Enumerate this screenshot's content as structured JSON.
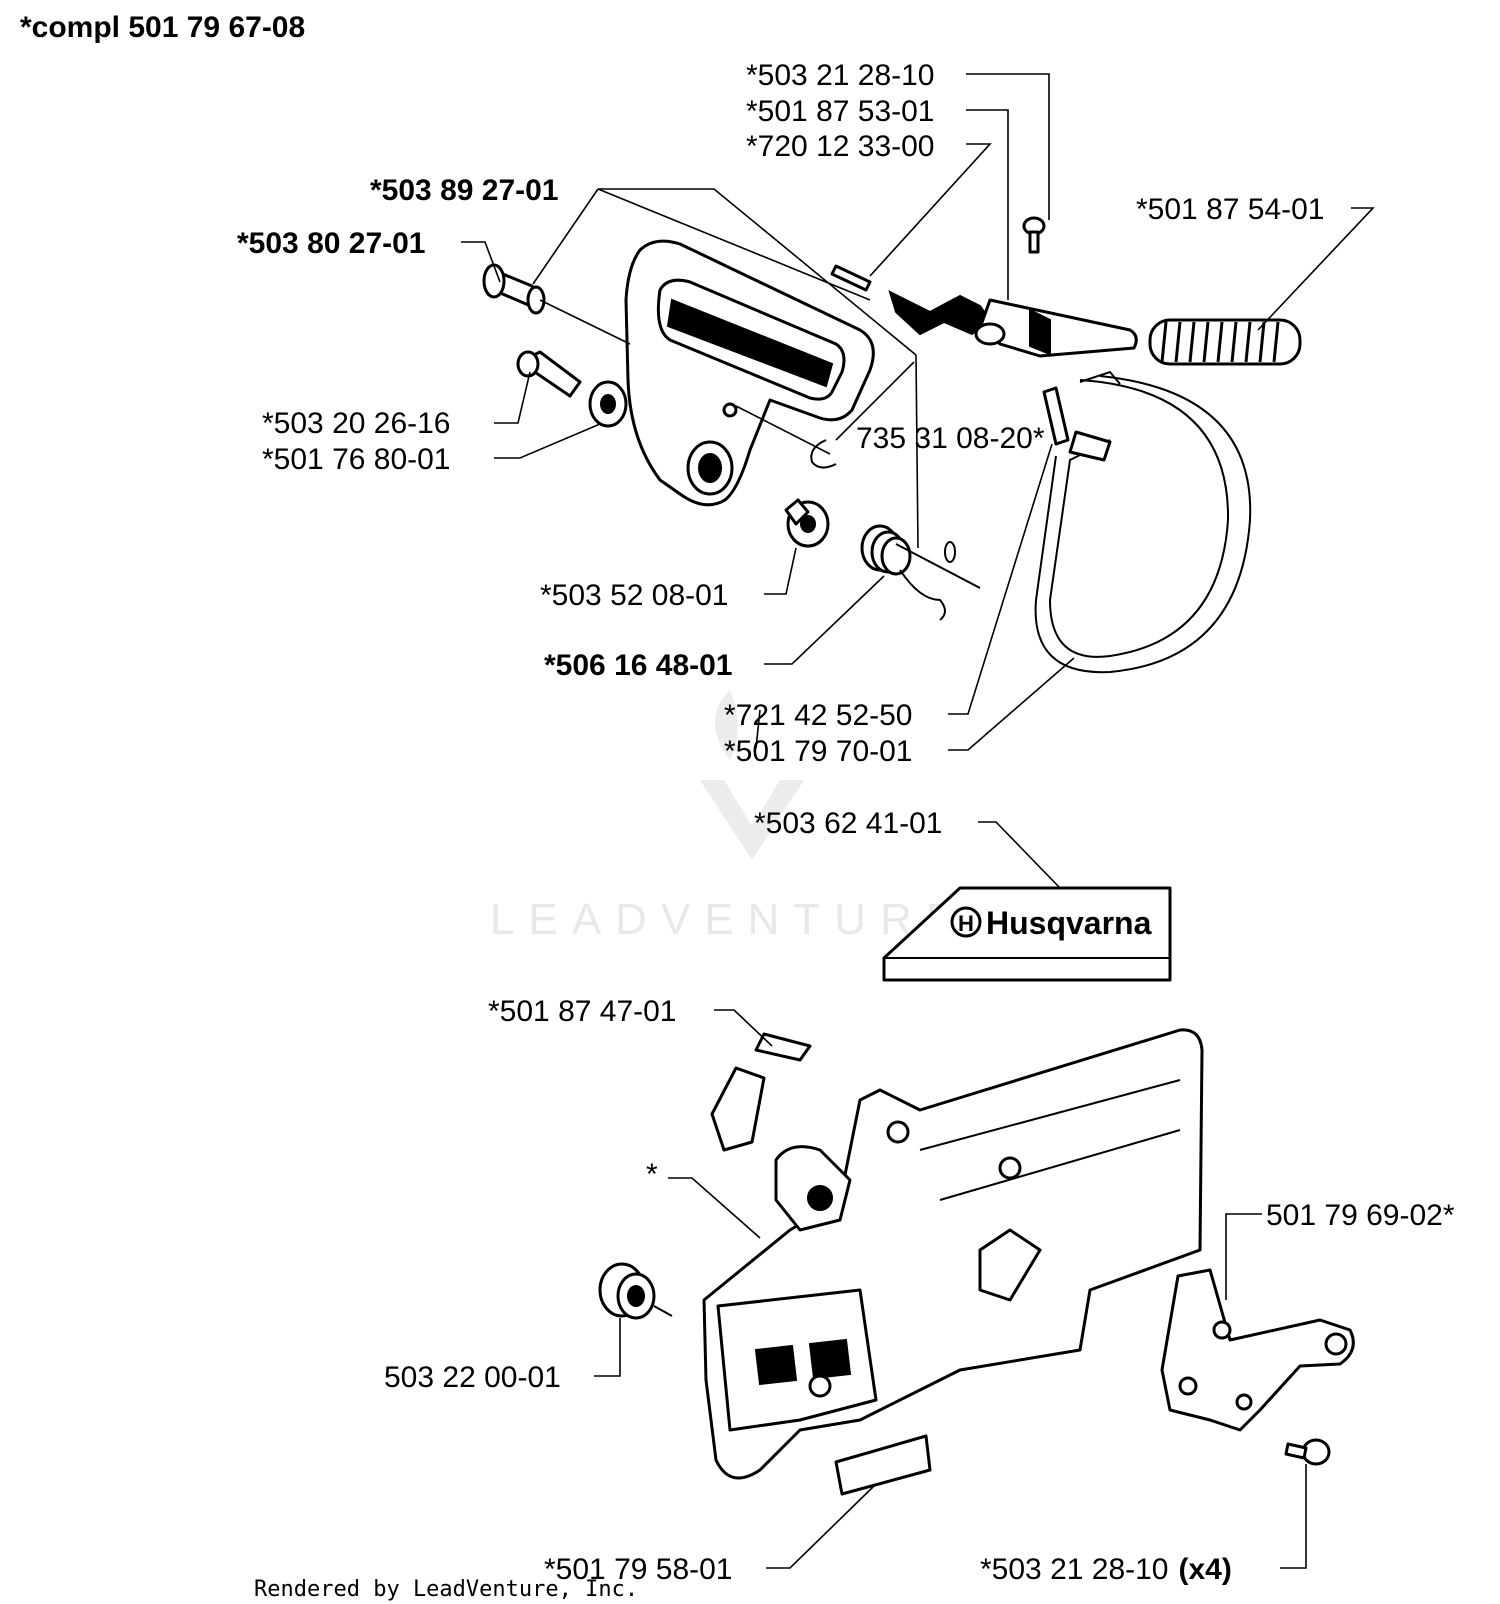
{
  "header": {
    "title": "*compl 501 79 67-08"
  },
  "watermark": {
    "text": "LEADVENTURE"
  },
  "logo": {
    "brand": "Husqvarna"
  },
  "footer": {
    "text": "Rendered by LeadVenture, Inc."
  },
  "labels": [
    {
      "id": "p1",
      "text": "*503 21 28-10"
    },
    {
      "id": "p2",
      "text": "*501 87 53-01"
    },
    {
      "id": "p3",
      "text": "*720 12 33-00"
    },
    {
      "id": "p4",
      "text": "*503 89 27-01"
    },
    {
      "id": "p5",
      "text": "*501 87 54-01"
    },
    {
      "id": "p6",
      "text": "*503 80 27-01"
    },
    {
      "id": "p7",
      "text": "*503 20 26-16"
    },
    {
      "id": "p8",
      "text": "*501 76 80-01"
    },
    {
      "id": "p9",
      "text": "735 31 08-20*"
    },
    {
      "id": "p10",
      "text": "*503 52 08-01"
    },
    {
      "id": "p11",
      "text": "*506 16 48-01"
    },
    {
      "id": "p12",
      "text": "*721 42 52-50"
    },
    {
      "id": "p13",
      "text": "*501 79 70-01"
    },
    {
      "id": "p14",
      "text": "*503 62 41-01"
    },
    {
      "id": "p15",
      "text": "*501 87 47-01"
    },
    {
      "id": "p16",
      "text": "*"
    },
    {
      "id": "p17",
      "text": "501 79 69-02*"
    },
    {
      "id": "p18",
      "text": "503 22 00-01"
    },
    {
      "id": "p19",
      "text": "*501 79 58-01"
    },
    {
      "id": "p20",
      "text": "*503 21 28-10",
      "suffix": "(x4)"
    }
  ]
}
